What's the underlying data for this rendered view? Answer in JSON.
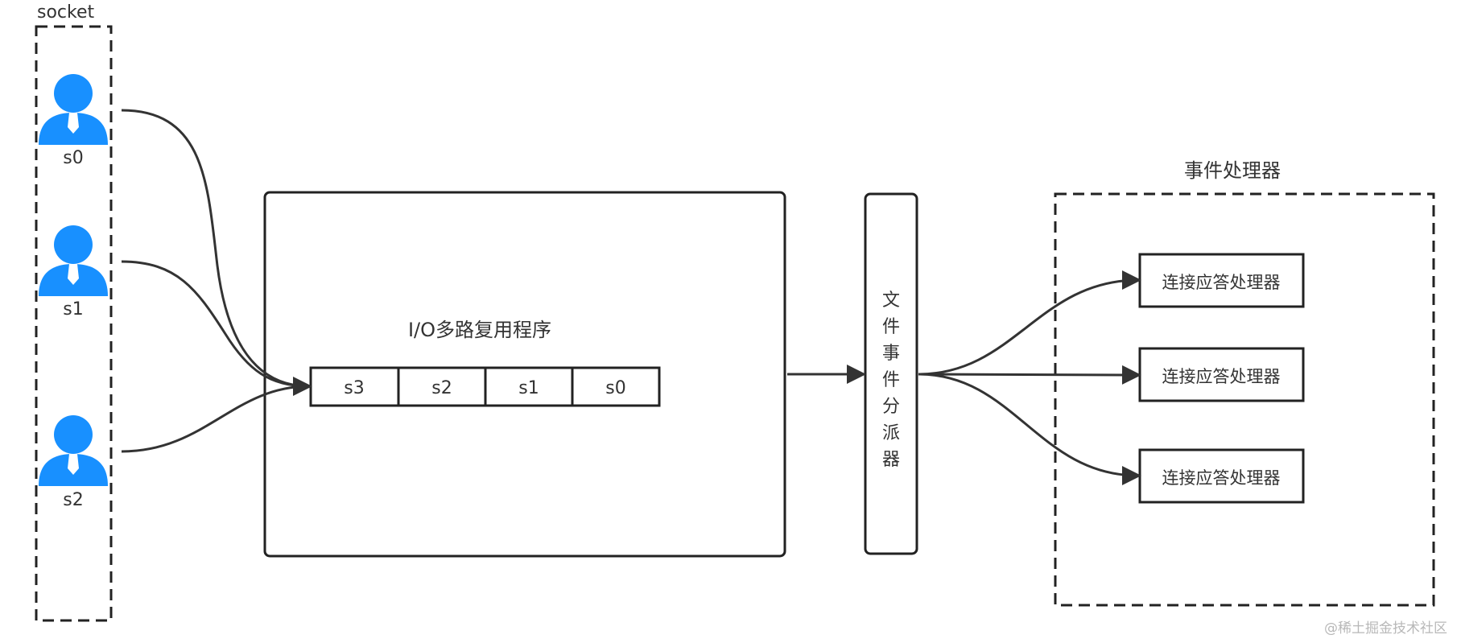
{
  "colors": {
    "user_icon": "#1890ff",
    "line": "#333333",
    "border": "#222222"
  },
  "socket_group": {
    "label": "socket",
    "users": [
      {
        "label": "s0",
        "icon": "user-icon"
      },
      {
        "label": "s1",
        "icon": "user-icon"
      },
      {
        "label": "s2",
        "icon": "user-icon"
      }
    ]
  },
  "multiplexer": {
    "title": "I/O多路复用程序",
    "queue": [
      "s3",
      "s2",
      "s1",
      "s0"
    ]
  },
  "dispatcher": {
    "label": "文件事件分派器",
    "chars": [
      "文",
      "件",
      "事",
      "件",
      "分",
      "派",
      "器"
    ]
  },
  "handlers": {
    "title": "事件处理器",
    "items": [
      "连接应答处理器",
      "连接应答处理器",
      "连接应答处理器"
    ]
  },
  "watermark": "@稀土掘金技术社区"
}
